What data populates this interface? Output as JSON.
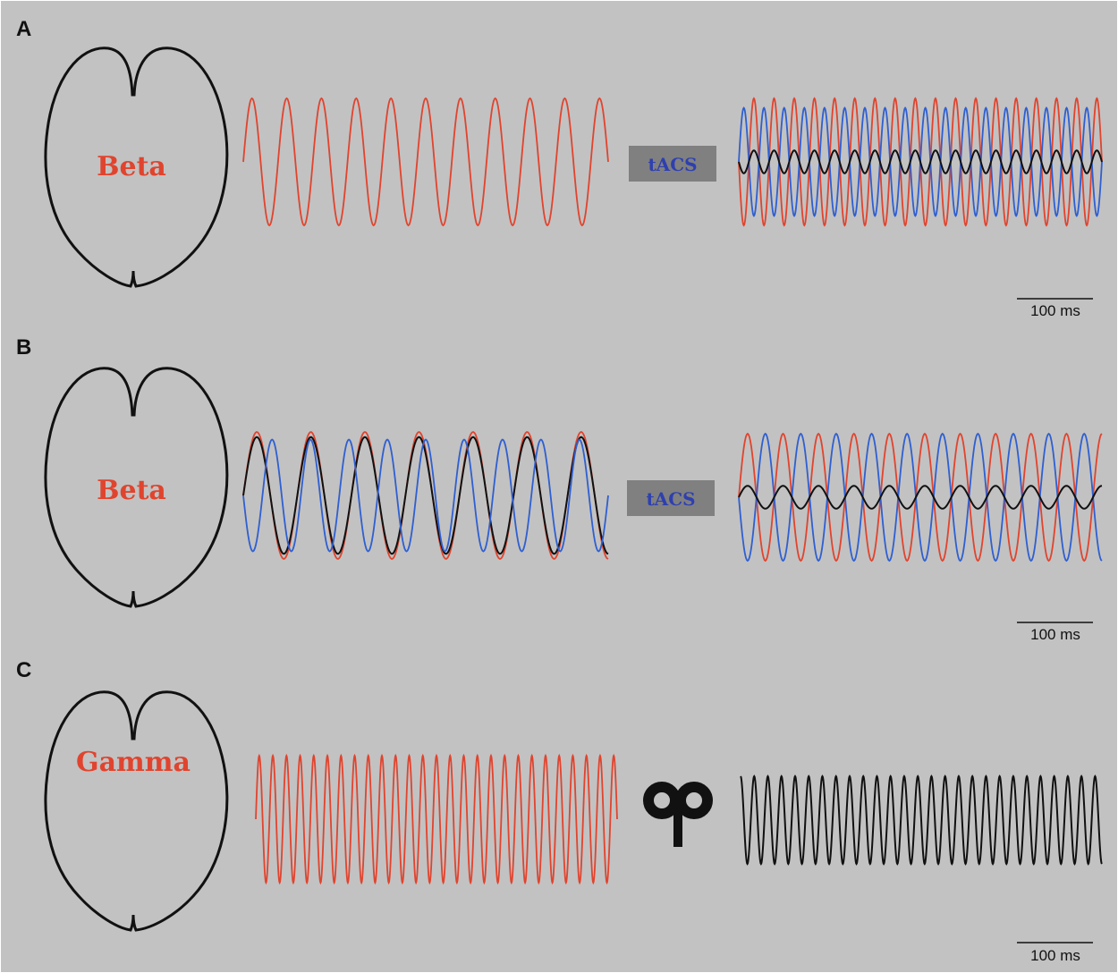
{
  "colors": {
    "background": "#c2c2c2",
    "red": "#e0442e",
    "blue": "#2f5fd0",
    "black": "#111111",
    "brain_label": "#e0442e",
    "tacs_box": "#808080",
    "tacs_text": "#2e3fb0"
  },
  "panels": [
    {
      "letter": "A",
      "brain_label": "Beta",
      "stimulus": "tACS",
      "scale_bar": "100 ms",
      "before": [
        {
          "color": "red",
          "cycles": 10.5,
          "amp": 1.0,
          "phase": 0
        }
      ],
      "after": [
        {
          "color": "red",
          "cycles": 18,
          "amp": 1.0,
          "phase": 0.5
        },
        {
          "color": "blue",
          "cycles": 18,
          "amp": 0.85,
          "phase": 0
        },
        {
          "color": "black",
          "cycles": 18,
          "amp": 0.18,
          "phase": 0.5
        }
      ]
    },
    {
      "letter": "B",
      "brain_label": "Beta",
      "stimulus": "tACS",
      "scale_bar": "100 ms",
      "before": [
        {
          "color": "red",
          "cycles": 6.75,
          "amp": 1.0,
          "phase": 0
        },
        {
          "color": "black",
          "cycles": 6.75,
          "amp": 0.92,
          "phase": 0
        },
        {
          "color": "blue",
          "cycles": 9.5,
          "amp": 0.88,
          "phase": 0.5
        }
      ],
      "after": [
        {
          "color": "red",
          "cycles": 10.25,
          "amp": 1.0,
          "phase": 0
        },
        {
          "color": "blue",
          "cycles": 10.25,
          "amp": 1.0,
          "phase": 0.5
        },
        {
          "color": "black",
          "cycles": 10.25,
          "amp": 0.18,
          "phase": 0
        }
      ]
    },
    {
      "letter": "C",
      "brain_label": "Gamma",
      "stimulus_icon": "clock-key-icon",
      "scale_bar": "100 ms",
      "before": [
        {
          "color": "red",
          "cycles": 26.5,
          "amp": 1.0,
          "phase": 0
        }
      ],
      "after": [
        {
          "color": "black",
          "cycles": 26.5,
          "amp": 1.0,
          "phase": 0.25
        }
      ]
    }
  ]
}
